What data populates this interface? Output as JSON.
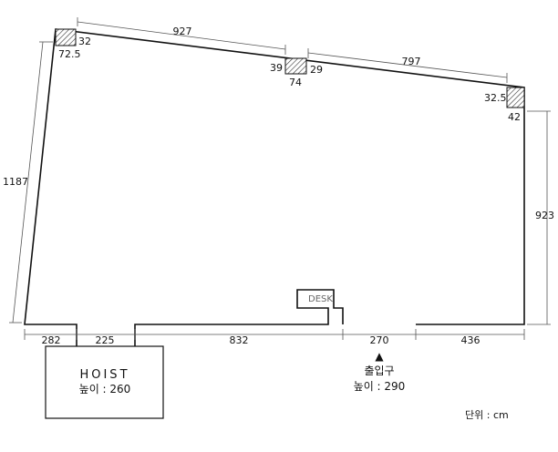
{
  "dimensions": {
    "top_left_span": "927",
    "top_right_span": "797",
    "left_wall": "1187",
    "right_wall": "923",
    "bottom_1": "282",
    "bottom_2": "225",
    "bottom_3": "832",
    "bottom_4": "270",
    "bottom_5": "436"
  },
  "pillars": {
    "top_left_w": "32",
    "top_left_h": "72.5",
    "top_mid_left": "39",
    "top_mid_right": "29",
    "top_mid_bottom": "74",
    "right_top": "32.5",
    "right_bottom": "42"
  },
  "desk": {
    "label": "DESK"
  },
  "hoist": {
    "title": "HOIST",
    "height": "높이 : 260"
  },
  "entrance": {
    "arrow": "▲",
    "label": "출입구",
    "height": "높이 : 290"
  },
  "unit": "단위 : cm"
}
